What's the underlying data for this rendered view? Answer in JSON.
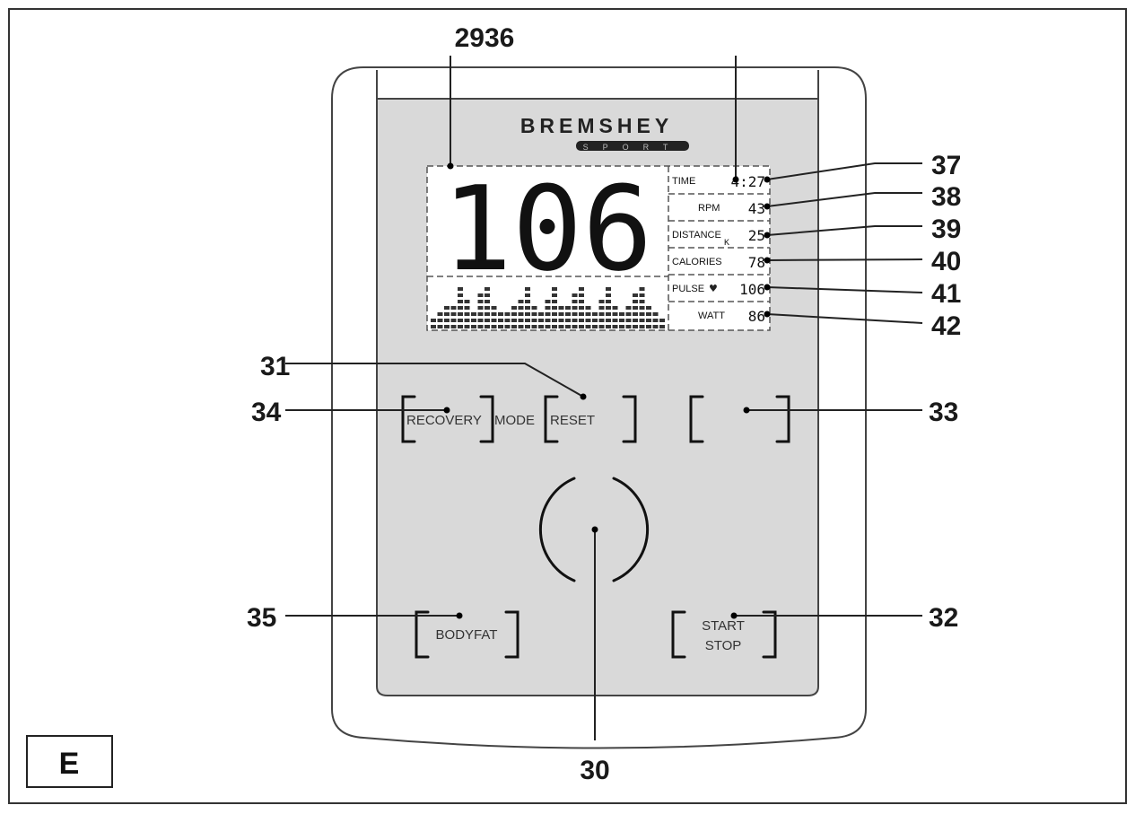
{
  "brand": {
    "name": "BREMSHEY",
    "sub": "SPORT"
  },
  "figure_label": "E",
  "lcd": {
    "main_value": "106",
    "rows": [
      {
        "label": "TIME",
        "value": "4:27"
      },
      {
        "label": "RPM",
        "value": "43"
      },
      {
        "label": "DISTANCE",
        "unit": "K",
        "value": "25"
      },
      {
        "label": "CALORIES",
        "value": "78"
      },
      {
        "label": "PULSE",
        "icon": "heart-icon",
        "value": "106"
      },
      {
        "label": "WATT",
        "value": "86"
      }
    ]
  },
  "buttons": {
    "recovery": "RECOVERY",
    "mode": "MODE",
    "reset": "RESET",
    "bodyfat": "BODYFAT",
    "start": "START",
    "stop": "STOP"
  },
  "callouts": {
    "lcd": "2936",
    "time": "37",
    "rpm": "38",
    "distance": "39",
    "calories": "40",
    "pulse": "41",
    "watt": "42",
    "mode_reset": "31",
    "recovery": "34",
    "blank_button": "33",
    "dial": "30",
    "bodyfat": "35",
    "start_stop": "32"
  },
  "colors": {
    "panel": "#d9d9d9",
    "lcd": "#ffffff",
    "line": "#222222"
  }
}
